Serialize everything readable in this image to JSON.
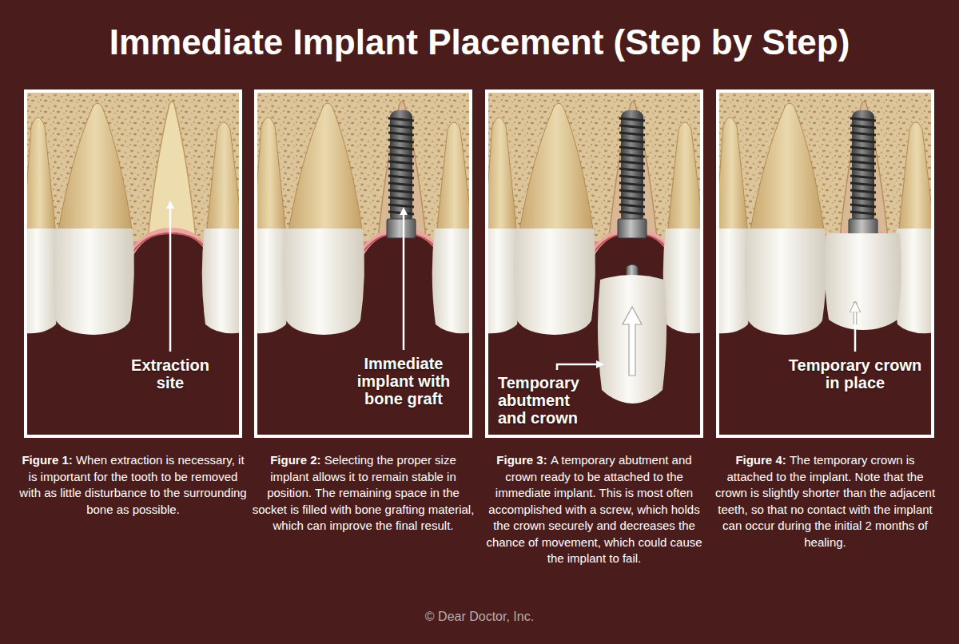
{
  "diagram": {
    "title": "Immediate Implant Placement (Step by Step)",
    "nodes": [
      {
        "text": [
          "Extraction site",
          "Figure 1:",
          "When extraction is necessary, it is important for the tooth to be removed with as little disturbance to the surrounding bone as possible."
        ]
      },
      {
        "text": [
          "Immediate implant with bone graft",
          "Figure 2:",
          "Selecting the proper size implant allows it to remain stable in position. The remaining space in the socket is filled with bone grafting material, which can improve the final result."
        ]
      },
      {
        "text": [
          "Temporary abutment and crown",
          "Figure 3:",
          "A temporary abutment and crown ready to be attached to the immediate implant. This is most often accomplished with a screw, which holds the crown securely and decreases the chance of movement, which could cause the implant to fail."
        ]
      },
      {
        "text": [
          "Temporary crown in place",
          "Figure 4:",
          "The temporary crown is attached to the implant. Note that the crown is slightly shorter than the adjacent teeth, so that no contact with the implant can occur during the initial 2 months of healing."
        ]
      }
    ],
    "labels": [
      "© Dear Doctor, Inc."
    ]
  }
}
